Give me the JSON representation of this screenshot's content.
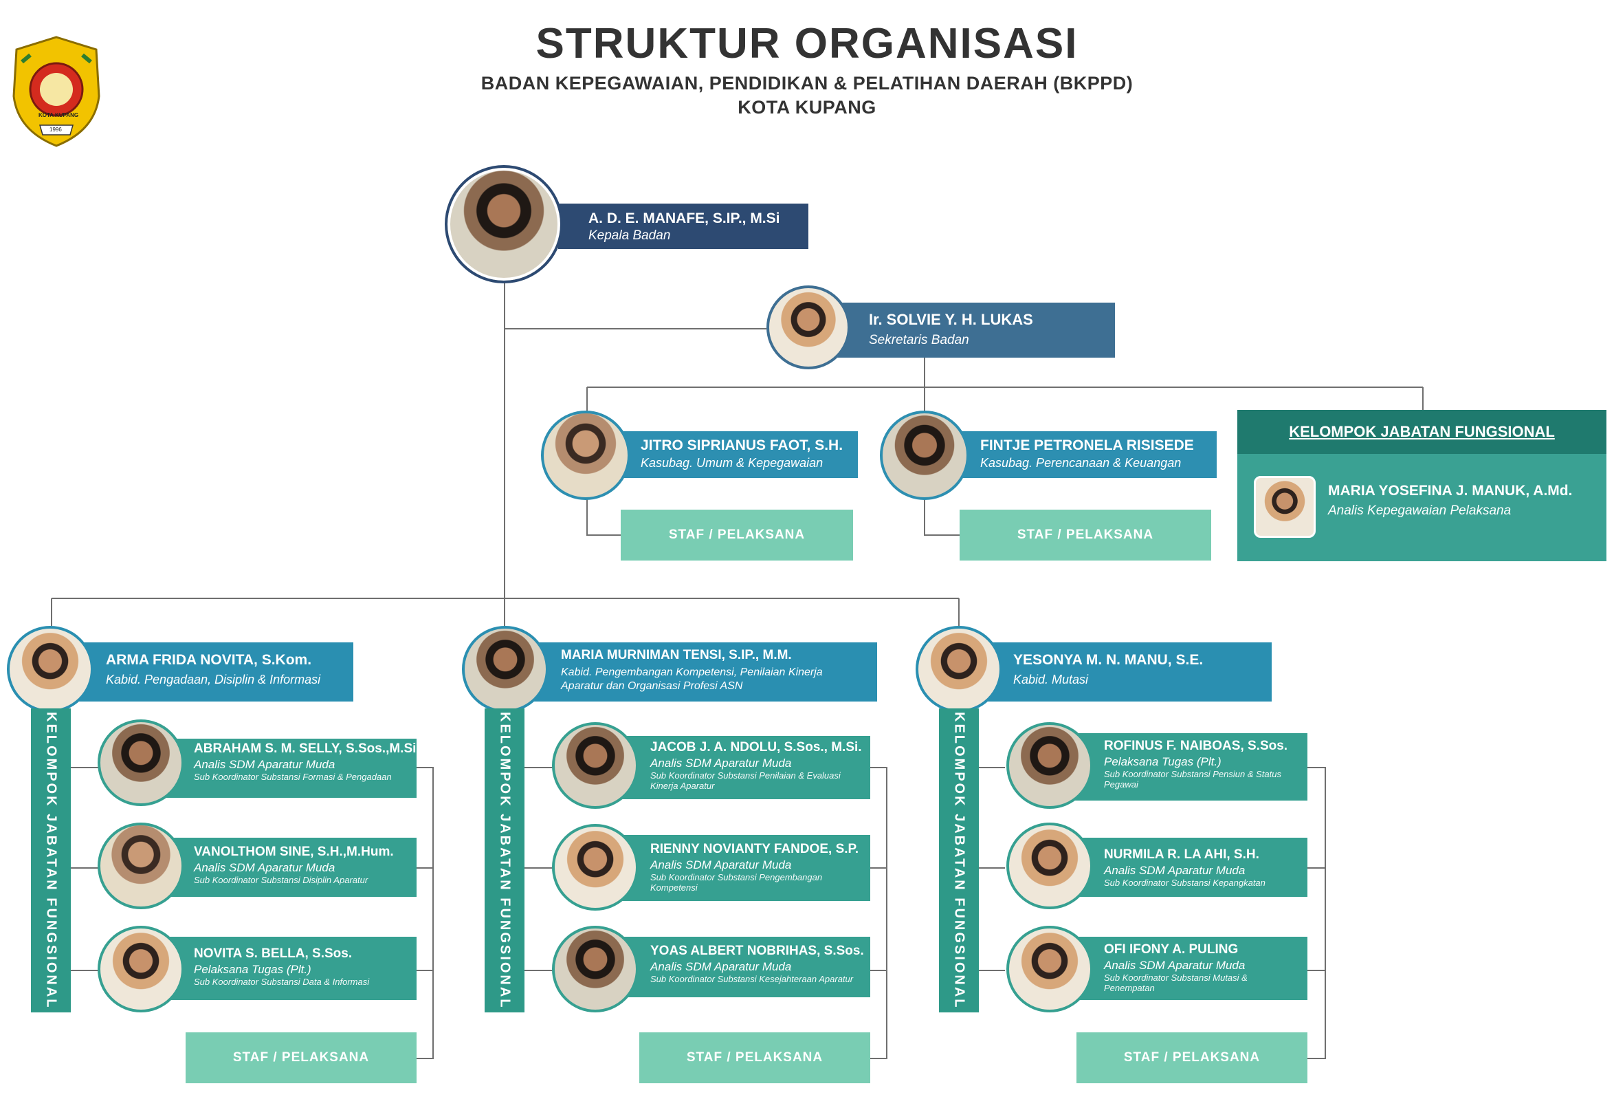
{
  "header": {
    "title": "STRUKTUR ORGANISASI",
    "subtitle": "BADAN KEPEGAWAIAN, PENDIDIKAN & PELATIHAN DAERAH (BKPPD)",
    "city": "KOTA KUPANG"
  },
  "logo": {
    "text_top": "KOTA KUPANG",
    "year": "1996",
    "icon": "city-emblem-icon"
  },
  "colors": {
    "head": "#2d4a72",
    "secretary": "#3e6f93",
    "kasubag": "#2d8fb1",
    "kabid": "#2a8fb1",
    "staff": "#36a091",
    "staf_box": "#79cdb3",
    "fungsional_header": "#1f7a6e",
    "fungsional_body": "#3aa193"
  },
  "head": {
    "name": "A. D. E. MANAFE, S.IP., M.Si",
    "position": "Kepala Badan"
  },
  "secretary": {
    "name": "Ir. SOLVIE Y. H. LUKAS",
    "position": "Sekretaris Badan"
  },
  "kasubag": [
    {
      "name": "JITRO SIPRIANUS FAOT, S.H.",
      "position": "Kasubag. Umum & Kepegawaian",
      "staf": "STAF / PELAKSANA"
    },
    {
      "name": "FINTJE PETRONELA RISISEDE",
      "position": "Kasubag. Perencanaan & Keuangan",
      "staf": "STAF / PELAKSANA"
    }
  ],
  "fungsional_top": {
    "header": "KELOMPOK JABATAN FUNGSIONAL",
    "name": "MARIA YOSEFINA J. MANUK, A.Md.",
    "position": "Analis Kepegawaian Pelaksana"
  },
  "divisions": [
    {
      "kabid_name": "ARMA FRIDA NOVITA, S.Kom.",
      "kabid_position": "Kabid. Pengadaan, Disiplin & Informasi",
      "band": "KELOMPOK JABATAN FUNGSIONAL",
      "staf": "STAF / PELAKSANA",
      "members": [
        {
          "name": "ABRAHAM S. M. SELLY, S.Sos.,M.Si.",
          "position": "Analis SDM Aparatur Muda",
          "sub": "Sub Koordinator Substansi Formasi & Pengadaan"
        },
        {
          "name": "VANOLTHOM SINE, S.H.,M.Hum.",
          "position": "Analis SDM Aparatur Muda",
          "sub": "Sub Koordinator Substansi Disiplin Aparatur"
        },
        {
          "name": "NOVITA S. BELLA, S.Sos.",
          "position": "Pelaksana Tugas (Plt.)",
          "sub": "Sub Koordinator Substansi Data & Informasi"
        }
      ]
    },
    {
      "kabid_name": "MARIA MURNIMAN TENSI, S.IP., M.M.",
      "kabid_position": "Kabid. Pengembangan Kompetensi, Penilaian Kinerja Aparatur dan Organisasi Profesi ASN",
      "band": "KELOMPOK JABATAN FUNGSIONAL",
      "staf": "STAF / PELAKSANA",
      "members": [
        {
          "name": "JACOB J. A. NDOLU, S.Sos., M.Si.",
          "position": "Analis SDM Aparatur Muda",
          "sub": "Sub Koordinator Substansi Penilaian & Evaluasi Kinerja Aparatur"
        },
        {
          "name": "RIENNY NOVIANTY FANDOE, S.P.",
          "position": "Analis SDM Aparatur Muda",
          "sub": "Sub Koordinator Substansi Pengembangan Kompetensi"
        },
        {
          "name": "YOAS ALBERT NOBRIHAS, S.Sos.",
          "position": "Analis SDM Aparatur Muda",
          "sub": "Sub Koordinator Substansi Kesejahteraan Aparatur"
        }
      ]
    },
    {
      "kabid_name": "YESONYA M. N. MANU, S.E.",
      "kabid_position": "Kabid. Mutasi",
      "band": "KELOMPOK JABATAN FUNGSIONAL",
      "staf": "STAF / PELAKSANA",
      "members": [
        {
          "name": "ROFINUS F. NAIBOAS, S.Sos.",
          "position": "Pelaksana Tugas (Plt.)",
          "sub": "Sub Koordinator Substansi Pensiun & Status Pegawai"
        },
        {
          "name": "NURMILA R. LA AHI, S.H.",
          "position": "Analis SDM Aparatur Muda",
          "sub": "Sub Koordinator Substansi Kepangkatan"
        },
        {
          "name": "OFI IFONY A. PULING",
          "position": "Analis SDM Aparatur Muda",
          "sub": "Sub Koordinator Substansi Mutasi & Penempatan"
        }
      ]
    }
  ]
}
